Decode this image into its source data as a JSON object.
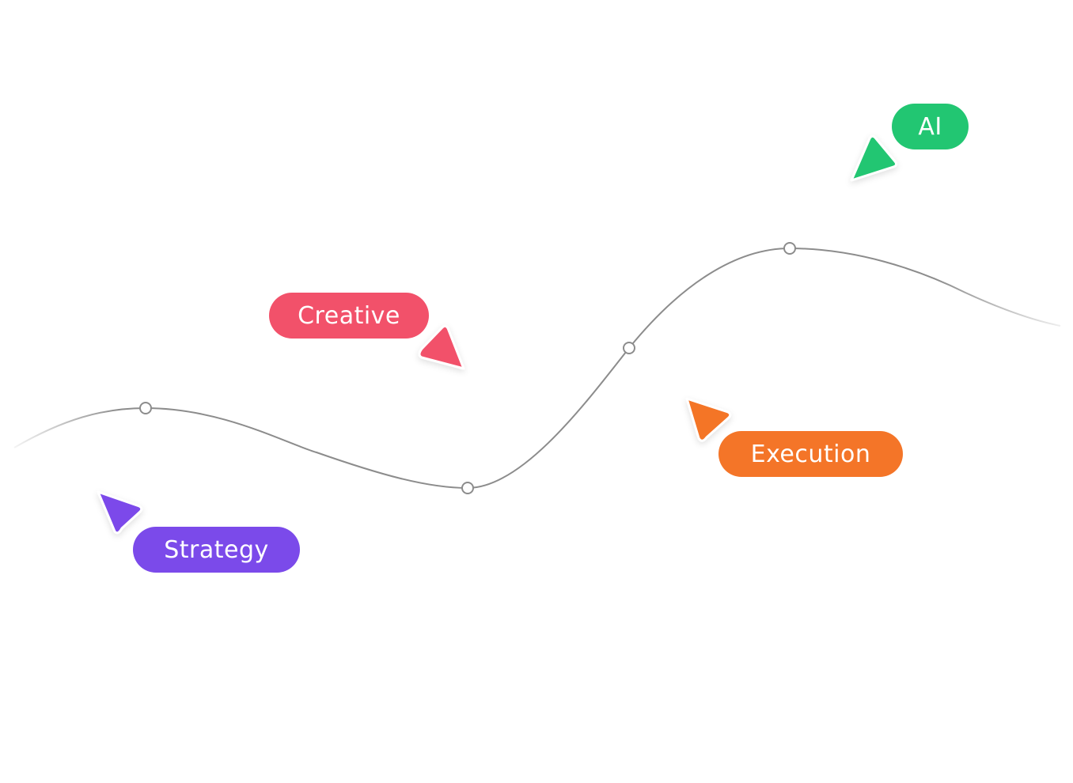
{
  "labels": {
    "strategy": "Strategy",
    "creative": "Creative",
    "execution": "Execution",
    "ai": "AI"
  },
  "colors": {
    "strategy": "#7B4AEA",
    "creative": "#F2516A",
    "execution": "#F47528",
    "ai": "#22C672",
    "curve": "#8c8c8c",
    "grid": "#e6e6e6"
  },
  "icons": {
    "strategy": "cursor-arrow-icon",
    "creative": "cursor-arrow-icon",
    "execution": "cursor-arrow-icon",
    "ai": "cursor-arrow-icon"
  }
}
